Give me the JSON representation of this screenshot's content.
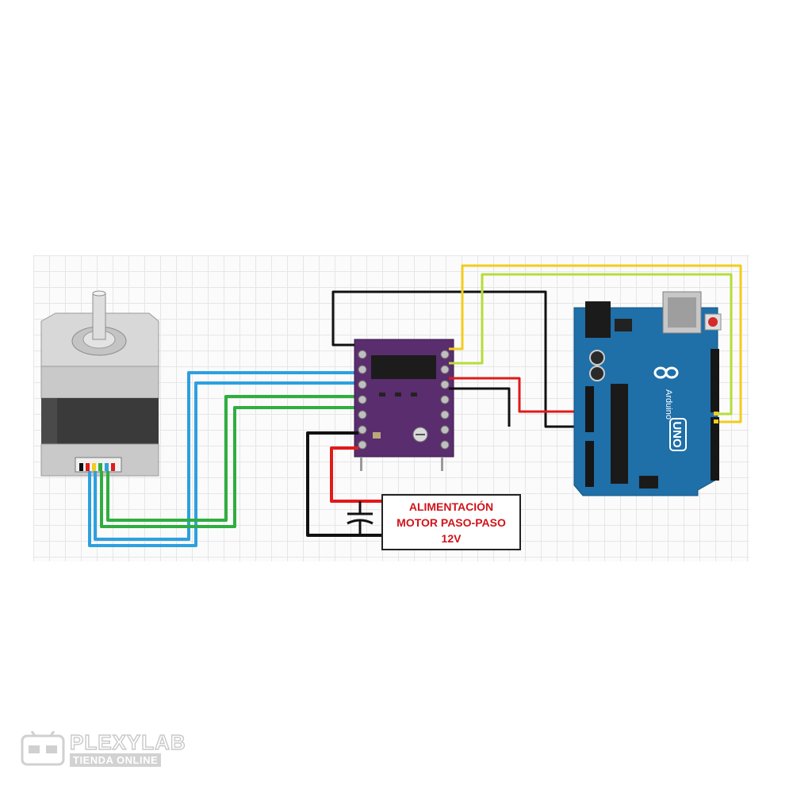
{
  "power_box": {
    "line1": "ALIMENTACIÓN",
    "line2": "MOTOR PASO-PASO",
    "line3": "12V"
  },
  "arduino": {
    "brand": "Arduino",
    "model": "UNO",
    "board_color": "#1f6fa8"
  },
  "driver": {
    "board_color": "#5a2d6e"
  },
  "wire_colors": {
    "blue": "#2da0e0",
    "green": "#2fae3f",
    "red": "#e11a1a",
    "black": "#111111",
    "yellow": "#f2cc1c",
    "yellow_green": "#b7dc3a"
  },
  "watermark": {
    "name": "PLEXYLAB",
    "subtitle": "TIENDA ONLINE"
  }
}
